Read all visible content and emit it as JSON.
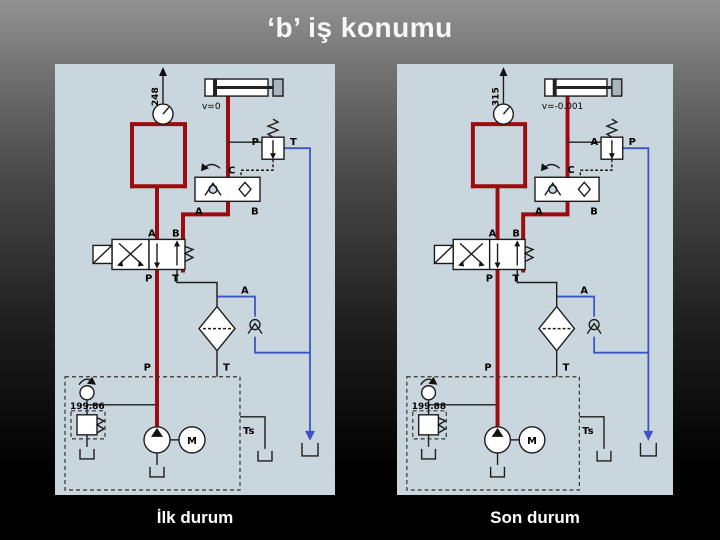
{
  "slide": {
    "title": "‘b’ iş konumu",
    "left_caption": "İlk durum",
    "right_caption": "Son durum"
  },
  "left": {
    "gauge_top": "248",
    "velocity": "v=0",
    "relief_left": "P",
    "relief_right": "T",
    "c_label": "C",
    "block_a": "A",
    "block_b": "B",
    "valve_a": "A",
    "valve_b": "B",
    "valve_p": "P",
    "valve_t": "T",
    "bypass_a": "A",
    "line_p": "P",
    "line_t": "T",
    "gauge_bottom": "199.86",
    "motor": "M",
    "ts": "Ts"
  },
  "right": {
    "gauge_top": "315",
    "velocity": "v=-0.001",
    "relief_left": "A",
    "relief_right": "P",
    "c_label": "C",
    "block_a": "A",
    "block_b": "B",
    "valve_a": "A",
    "valve_b": "B",
    "valve_p": "P",
    "valve_t": "T",
    "bypass_a": "A",
    "line_p": "P",
    "line_t": "T",
    "gauge_bottom": "199.88",
    "motor": "M",
    "ts": "Ts"
  },
  "colors": {
    "pressure_line": "#9e0b0e",
    "return_line": "#3c55c0",
    "panel_background": "#c9d6de",
    "slide_background": "#000000",
    "title_text": "#f8f8f8"
  }
}
